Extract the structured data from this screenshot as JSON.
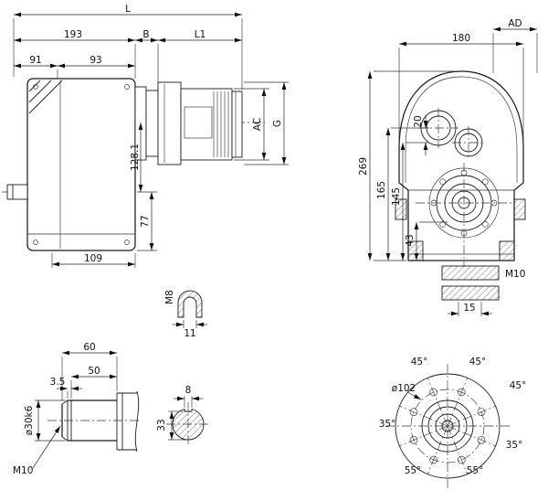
{
  "side": {
    "L": "L",
    "d193": "193",
    "B": "B",
    "L1": "L1",
    "d91": "91",
    "d93": "93",
    "d128_1": "128.1",
    "d77": "77",
    "d109": "109",
    "AC": "AC",
    "G": "G"
  },
  "front": {
    "d180": "180",
    "AD": "AD",
    "d269": "269",
    "d165": "165",
    "d145": "145",
    "d43": "43",
    "d20": "20"
  },
  "cover": {
    "M10": "M10",
    "d15": "15"
  },
  "shaft": {
    "d60": "60",
    "d50": "50",
    "d3_5": "3.5",
    "dia": "ø30k6",
    "M10": "M10"
  },
  "eyebolt": {
    "M8": "M8",
    "d11": "11"
  },
  "bore": {
    "d8": "8",
    "d33": "33"
  },
  "flange": {
    "dia": "ø102",
    "a45_1": "45°",
    "a45_2": "45°",
    "a45_3": "45°",
    "a35_1": "35°",
    "a35_2": "35°",
    "a55_1": "55°",
    "a55_2": "55°"
  }
}
